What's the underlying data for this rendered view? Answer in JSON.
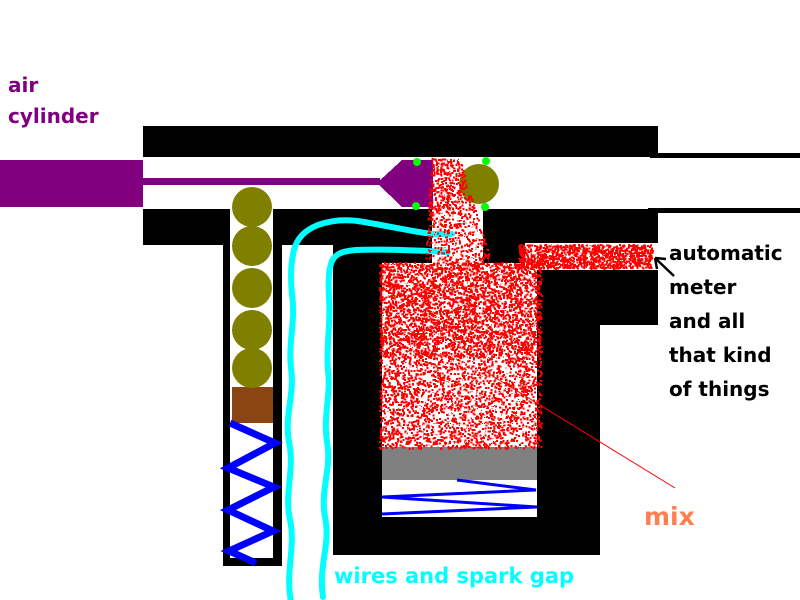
{
  "labels": {
    "air_cylinder": "air\ncylinder",
    "automatic_meter": "automatic\nmeter\nand all\nthat kind\nof things",
    "mix": "mix",
    "wires_spark_gap": "wires and spark gap"
  },
  "colors": {
    "background": "#FFFFFF",
    "structure_black": "#000000",
    "cylinder_purple": "#800080",
    "label_air_cylinder": "#800080",
    "label_automatic_meter": "#000000",
    "label_mix": "#FF7F50",
    "label_wires": "#00FFFF",
    "piston_olive": "#808000",
    "cushion_brown": "#8B4513",
    "spring_blue": "#0000FF",
    "wire_cyan": "#00FFFF",
    "spray_red": "#FF0000",
    "terminal_green": "#00FF00",
    "plate_gray": "#808080",
    "pointer_red": "#FF0000"
  }
}
